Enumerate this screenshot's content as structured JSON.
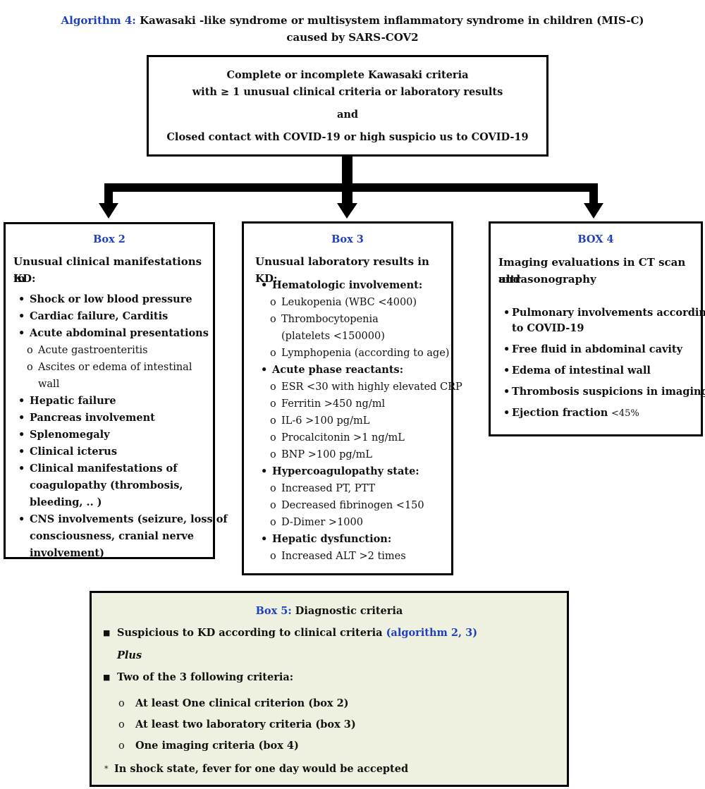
{
  "title": {
    "prefix": "Algorithm 4:",
    "line1": " Kawasaki -like syndrome or multisystem inflammatory syndrome in children (MIS-C)",
    "line2": "caused by SARS-COV2"
  },
  "top_box": {
    "line1": "Complete or incomplete Kawasaki criteria",
    "line2": "with ≥ 1 unusual clinical criteria or laboratory results",
    "line3": "and",
    "line4": "Closed contact with COVID-19 or high suspicio us to COVID-19"
  },
  "box2": {
    "heading": "Box 2",
    "subtitle_1": "Unusual clinical manifestations in",
    "subtitle_2": "KD:",
    "items": [
      "Shock or low blood pressure",
      "Cardiac failure, Carditis",
      "Acute abdominal presentations",
      "Acute gastroenteritis",
      "Ascites or edema of intestinal",
      "wall",
      "Hepatic failure",
      "Pancreas involvement",
      "Splenomegaly",
      "Clinical icterus",
      "Clinical manifestations of",
      "coagulopathy (thrombosis,",
      "bleeding, .. )",
      "CNS involvements (seizure, loss of",
      "consciousness, cranial nerve",
      "involvement)"
    ]
  },
  "box3": {
    "heading": "Box 3",
    "subtitle": "Unusual laboratory results in KD:",
    "items": [
      "Hematologic involvement:",
      "Leukopenia (WBC <4000)",
      "Thrombocytopenia",
      "(platelets <150000)",
      "Lymphopenia (according to age)",
      "Acute phase reactants:",
      "ESR <30 with highly elevated CRP",
      "Ferritin >450 ng/ml",
      "IL-6 >100 pg/mL",
      "Procalcitonin >1 ng/mL",
      "BNP >100 pg/mL",
      "Hypercoagulopathy state:",
      "Increased PT, PTT",
      "Decreased fibrinogen <150",
      "D-Dimer >1000",
      "Hepatic dysfunction:",
      "Increased ALT >2 times"
    ]
  },
  "box4": {
    "heading": "BOX 4",
    "subtitle_1": "Imaging evaluations in CT scan and",
    "subtitle_2": "ultrasonography",
    "items": [
      "Pulmonary involvements according",
      "to COVID-19",
      "Free fluid in abdominal cavity",
      "Edema of intestinal wall",
      "Thrombosis suspicions in imaging",
      "Ejection fraction",
      "<45%"
    ]
  },
  "box5": {
    "heading_label": "Box 5:",
    "heading_text": " Diagnostic criteria",
    "item1": "Suspicious to KD according to clinical criteria ",
    "item1_link": "(algorithm 2, 3)",
    "plus": "Plus",
    "item2": "Two of the 3 following  criteria:",
    "sub1": "At least One clinical criterion (box 2)",
    "sub2": "At least two laboratory criteria (box  3)",
    "sub3": "One imaging criteria (box 4)",
    "note": "In shock state, fever for one day would be accepted"
  },
  "markers": {
    "bullet": "•",
    "circle": "o",
    "square": "■",
    "star": "*"
  },
  "colors": {
    "accent_blue": "#1f3fbf",
    "box5_background": "#eef0e0"
  }
}
